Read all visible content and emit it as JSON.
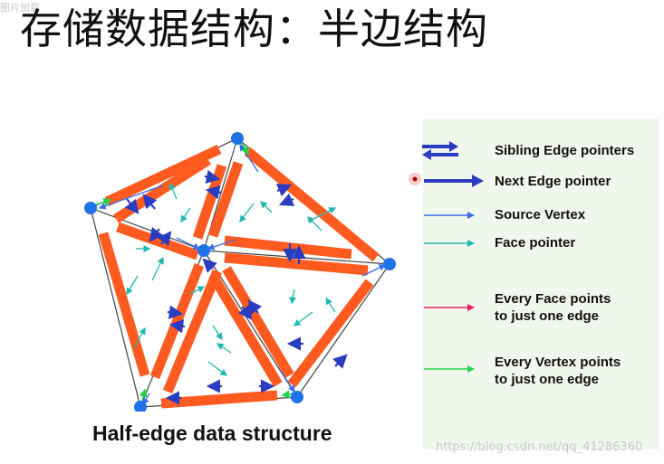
{
  "slide": {
    "title": "存储数据结构：半边结构",
    "corner_mark": "图片加载"
  },
  "diagram": {
    "caption": "Half-edge data structure",
    "colors": {
      "half_edge": "#ff5a1f",
      "vertex": "#1e73e8",
      "outline": "#444444",
      "sibling": "#2a3cc0",
      "next": "#2a3cc0",
      "source": "#3b6fe6",
      "face": "#1fb8b0",
      "face_edge": "#e8205a",
      "vertex_edge": "#22d34a"
    }
  },
  "legend": {
    "items": [
      {
        "icon": "sibling-edge-pointers-icon",
        "label": "Sibling Edge pointers"
      },
      {
        "icon": "next-edge-pointer-icon",
        "label": "Next Edge pointer"
      },
      {
        "icon": "source-vertex-icon",
        "label": "Source Vertex"
      },
      {
        "icon": "face-pointer-icon",
        "label": "Face pointer"
      },
      {
        "icon": "face-edge-pointer-icon",
        "label": "Every Face points\nto just one edge"
      },
      {
        "icon": "vertex-edge-pointer-icon",
        "label": "Every Vertex points\nto just one edge"
      }
    ]
  },
  "watermark": "https://blog.csdn.net/qq_41286360"
}
